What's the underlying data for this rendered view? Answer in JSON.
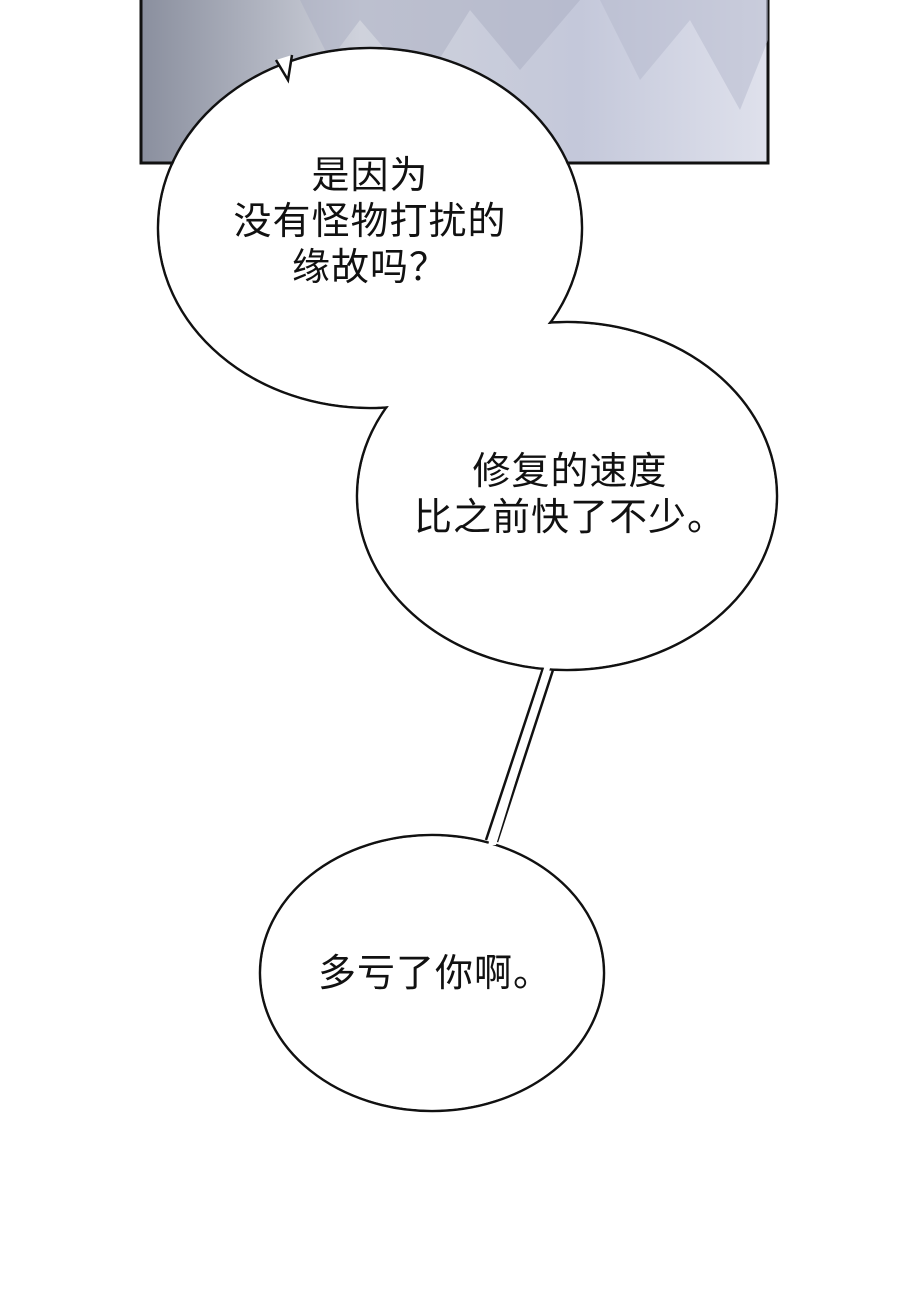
{
  "panel": {
    "colors": {
      "sky_dark": "#8a8f9e",
      "sky_light": "#dfe1ec",
      "border": "#111111"
    }
  },
  "bubbles": [
    {
      "lines": [
        "是因为",
        "没有怪物打扰的",
        "缘故吗？"
      ]
    },
    {
      "lines": [
        "修复的速度",
        "比之前快了不少。"
      ]
    },
    {
      "lines": [
        "多亏了你啊。"
      ]
    }
  ]
}
